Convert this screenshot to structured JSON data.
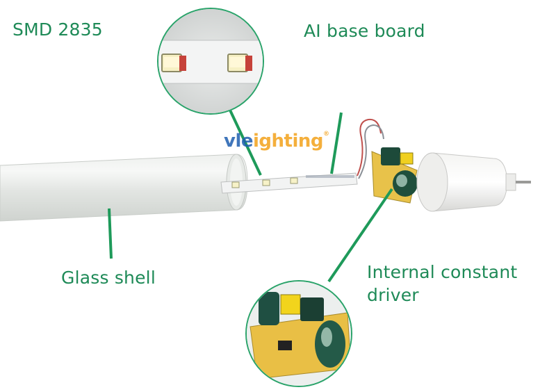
{
  "labels": {
    "smd": "SMD 2835",
    "ai_board": "AI base board",
    "glass_shell": "Glass shell",
    "driver_line1": "Internal constant",
    "driver_line2": "driver"
  },
  "logo": {
    "prefix": "vle",
    "suffix": "ighting",
    "mark": "®"
  },
  "colors": {
    "label_green": "#1e8a57",
    "leader_line": "#1e9a5a",
    "logo_orange": "#f3a21b",
    "logo_blue": "#1f5fb0"
  }
}
